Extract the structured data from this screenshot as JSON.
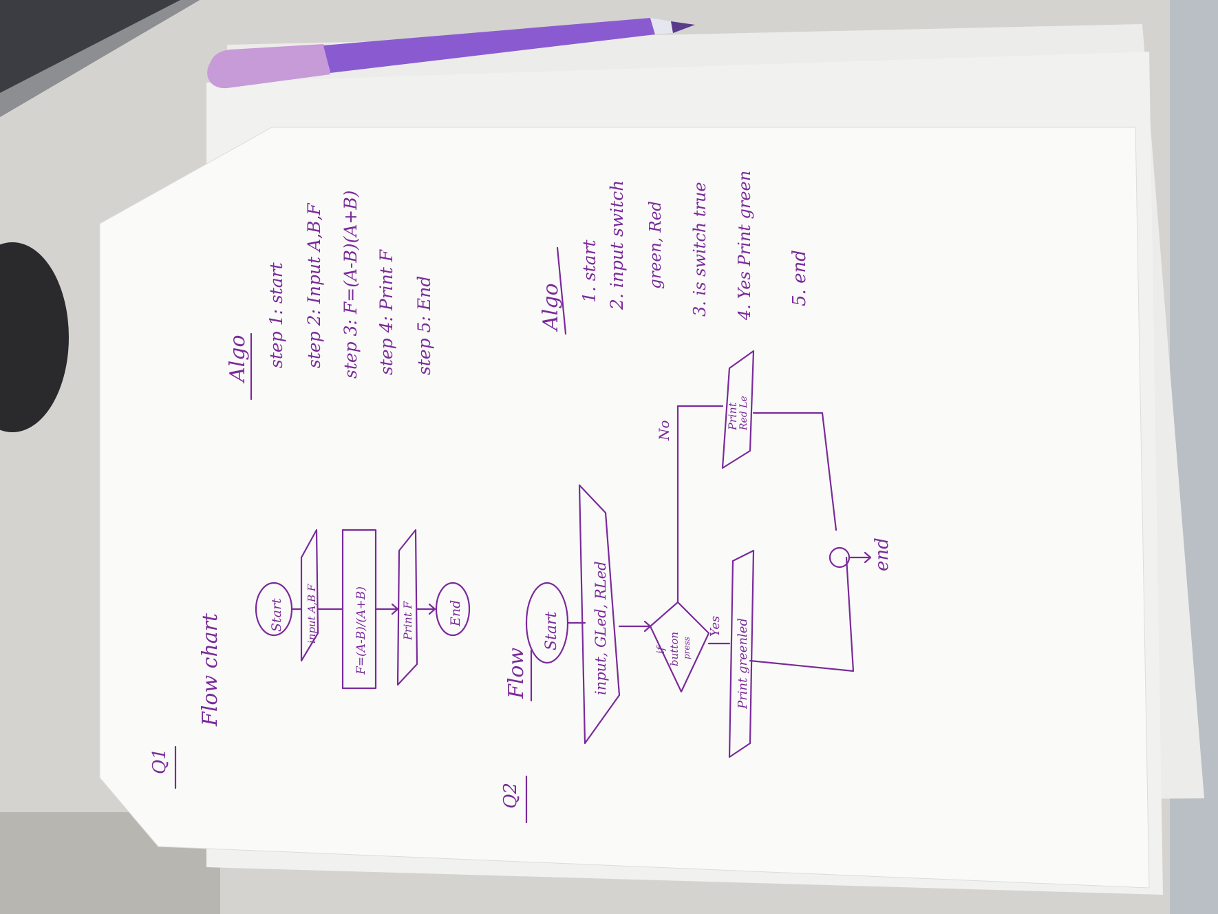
{
  "q1": {
    "number": "Q1",
    "flowchart_title": "Flow chart",
    "flow": {
      "start": "Start",
      "input": "input A,B F",
      "process": "F=(A-B)/(A+B)",
      "print": "Print F",
      "end": "End"
    },
    "algo_title": "Algo",
    "algo_steps": [
      "step 1: start",
      "step 2: Input A,B,F",
      "step 3: F=(A-B)(A+B)",
      "step 4: Print F",
      "step 5: End"
    ]
  },
  "q2": {
    "number": "Q2",
    "flow_title": "Flow",
    "flow": {
      "start": "Start",
      "input": "input, GLed, RLed",
      "decision": [
        "if",
        "button",
        "press"
      ],
      "yes_label": "Yes",
      "no_label": "No",
      "print_green": "Print greenled",
      "print_red": [
        "Print",
        "Red Le"
      ],
      "end": "end"
    },
    "algo_title": "Algo",
    "algo_steps": [
      "1. start",
      "2. input switch",
      "green, Red",
      "3. is switch true",
      "4. Yes Print green",
      "5. end"
    ]
  },
  "colors": {
    "ink": "#7a2a9a",
    "paper": "#fafafa",
    "pen_barrel": "#8a5bd0",
    "pen_cap": "#c79ad8"
  }
}
